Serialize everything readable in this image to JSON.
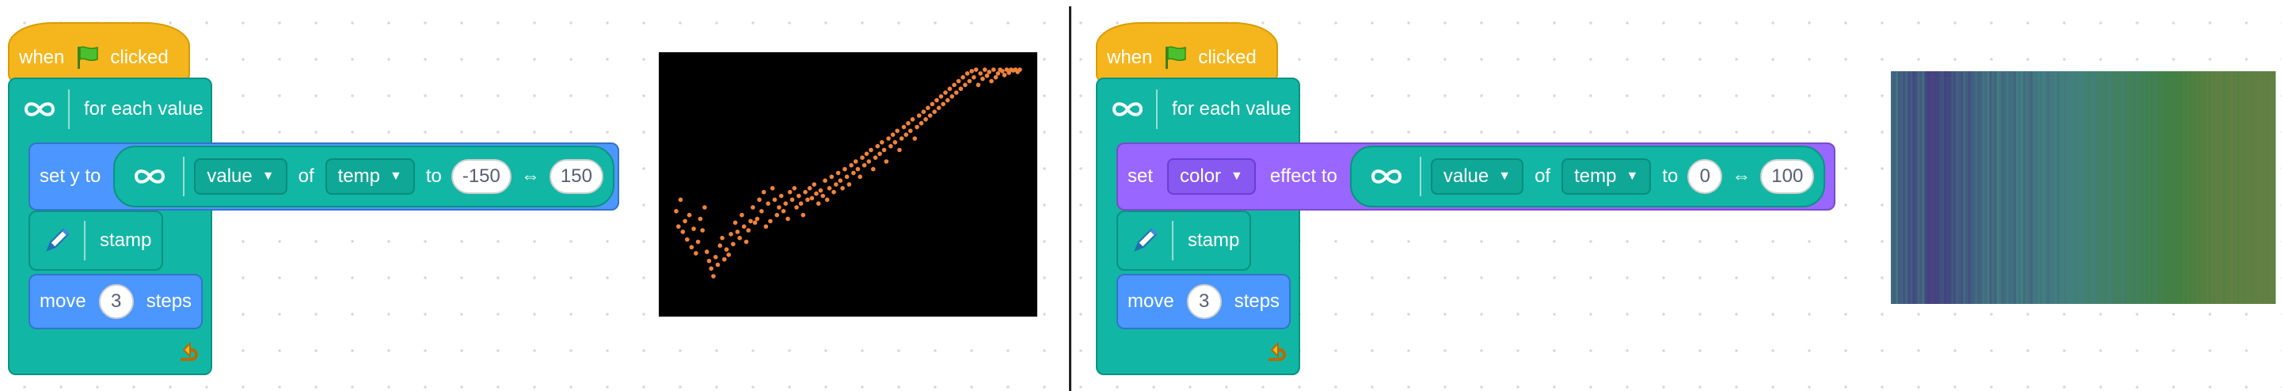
{
  "left_program": {
    "hat": {
      "when": "when",
      "clicked": "clicked"
    },
    "loop": {
      "label": "for each value"
    },
    "set_y": {
      "label": "set y to",
      "reporter": {
        "field": "value",
        "of": "of",
        "dataset": "temp",
        "to": "to",
        "min": "-150",
        "range_symbol": "⇔",
        "max": "150"
      }
    },
    "stamp": {
      "label": "stamp"
    },
    "move": {
      "label": "move",
      "steps_value": "3",
      "steps_label": "steps"
    }
  },
  "right_program": {
    "hat": {
      "when": "when",
      "clicked": "clicked"
    },
    "loop": {
      "label": "for each value"
    },
    "set_effect": {
      "set": "set",
      "effect": "color",
      "effect_to": "effect to",
      "reporter": {
        "field": "value",
        "of": "of",
        "dataset": "temp",
        "to": "to",
        "min": "0",
        "range_symbol": "⇔",
        "max": "100"
      }
    },
    "stamp": {
      "label": "stamp"
    },
    "move": {
      "label": "move",
      "steps_value": "3",
      "steps_label": "steps"
    }
  },
  "icons": {
    "flag": "green-flag-icon",
    "loop": "infinity-loop-icon",
    "pen": "pen-icon",
    "arrow": "loop-arrow-icon",
    "dropdown": "chevron-down-icon"
  },
  "colors": {
    "event": "#f5b61d",
    "extension": "#12b6a4",
    "motion": "#4c97ff",
    "looks": "#9966ff",
    "dot": "#f0843c",
    "scatter_background": "#000000"
  },
  "chart_data": [
    {
      "type": "scatter",
      "description_note": "",
      "x": [
        0,
        3,
        6,
        9,
        12,
        15,
        18,
        21,
        24,
        27,
        30,
        33,
        36,
        39,
        42,
        45,
        48,
        51,
        54,
        57,
        60,
        63,
        66,
        69,
        72,
        75,
        78,
        81,
        84,
        87,
        90,
        93,
        96,
        99,
        102,
        105,
        108,
        111,
        114,
        117,
        120,
        123,
        126,
        129,
        132,
        135,
        138,
        141,
        144,
        147,
        150,
        153,
        156,
        159,
        162,
        165,
        168,
        171,
        174,
        177,
        180,
        183,
        186,
        189,
        192,
        195,
        198,
        201,
        204,
        207,
        210,
        213,
        216,
        219,
        222,
        225,
        228,
        231,
        234,
        237,
        240,
        243,
        246,
        249,
        252,
        255,
        258,
        261,
        264,
        267,
        270,
        273,
        276,
        279,
        282,
        285,
        288,
        291,
        294,
        297,
        300,
        303,
        306,
        309,
        312,
        315,
        318,
        321,
        324,
        327,
        330,
        333,
        336,
        339,
        342,
        345,
        348,
        351,
        354,
        357,
        360,
        363,
        366,
        369,
        372,
        375,
        378,
        381,
        384,
        387,
        390,
        393,
        396,
        399,
        402,
        405,
        408,
        411,
        414,
        417,
        420,
        423,
        426,
        429,
        432,
        435,
        438,
        441,
        444,
        447,
        450,
        453,
        456,
        459,
        462,
        465,
        468,
        471
      ],
      "y": [
        -35,
        -55,
        -20,
        -62,
        -48,
        -72,
        -40,
        -82,
        -58,
        -90,
        -75,
        -45,
        -60,
        -30,
        -88,
        -100,
        -110,
        -120,
        -95,
        -105,
        -80,
        -70,
        -98,
        -85,
        -92,
        -65,
        -78,
        -50,
        -62,
        -70,
        -40,
        -55,
        -75,
        -60,
        -48,
        -30,
        -50,
        -45,
        -20,
        -35,
        -10,
        -55,
        -25,
        -48,
        -5,
        -20,
        -40,
        -30,
        -15,
        -35,
        -25,
        -45,
        -10,
        -20,
        -5,
        -30,
        -15,
        -25,
        -40,
        -10,
        -20,
        -5,
        -18,
        0,
        -12,
        -25,
        -8,
        -15,
        5,
        -20,
        -5,
        10,
        -10,
        0,
        15,
        5,
        -5,
        20,
        10,
        0,
        25,
        15,
        30,
        20,
        10,
        35,
        25,
        40,
        30,
        45,
        20,
        35,
        50,
        40,
        55,
        45,
        30,
        60,
        50,
        65,
        55,
        70,
        45,
        60,
        75,
        65,
        80,
        70,
        85,
        60,
        75,
        90,
        80,
        95,
        85,
        100,
        90,
        105,
        95,
        110,
        100,
        115,
        105,
        120,
        110,
        125,
        115,
        130,
        120,
        135,
        125,
        140,
        130,
        145,
        135,
        148,
        140,
        150,
        130,
        145,
        138,
        150,
        142,
        147,
        135,
        150,
        140,
        145,
        150,
        148,
        143,
        150,
        146,
        150,
        149,
        150,
        147,
        150,
        150,
        150
      ],
      "ylim": [
        -150,
        150
      ]
    }
  ]
}
